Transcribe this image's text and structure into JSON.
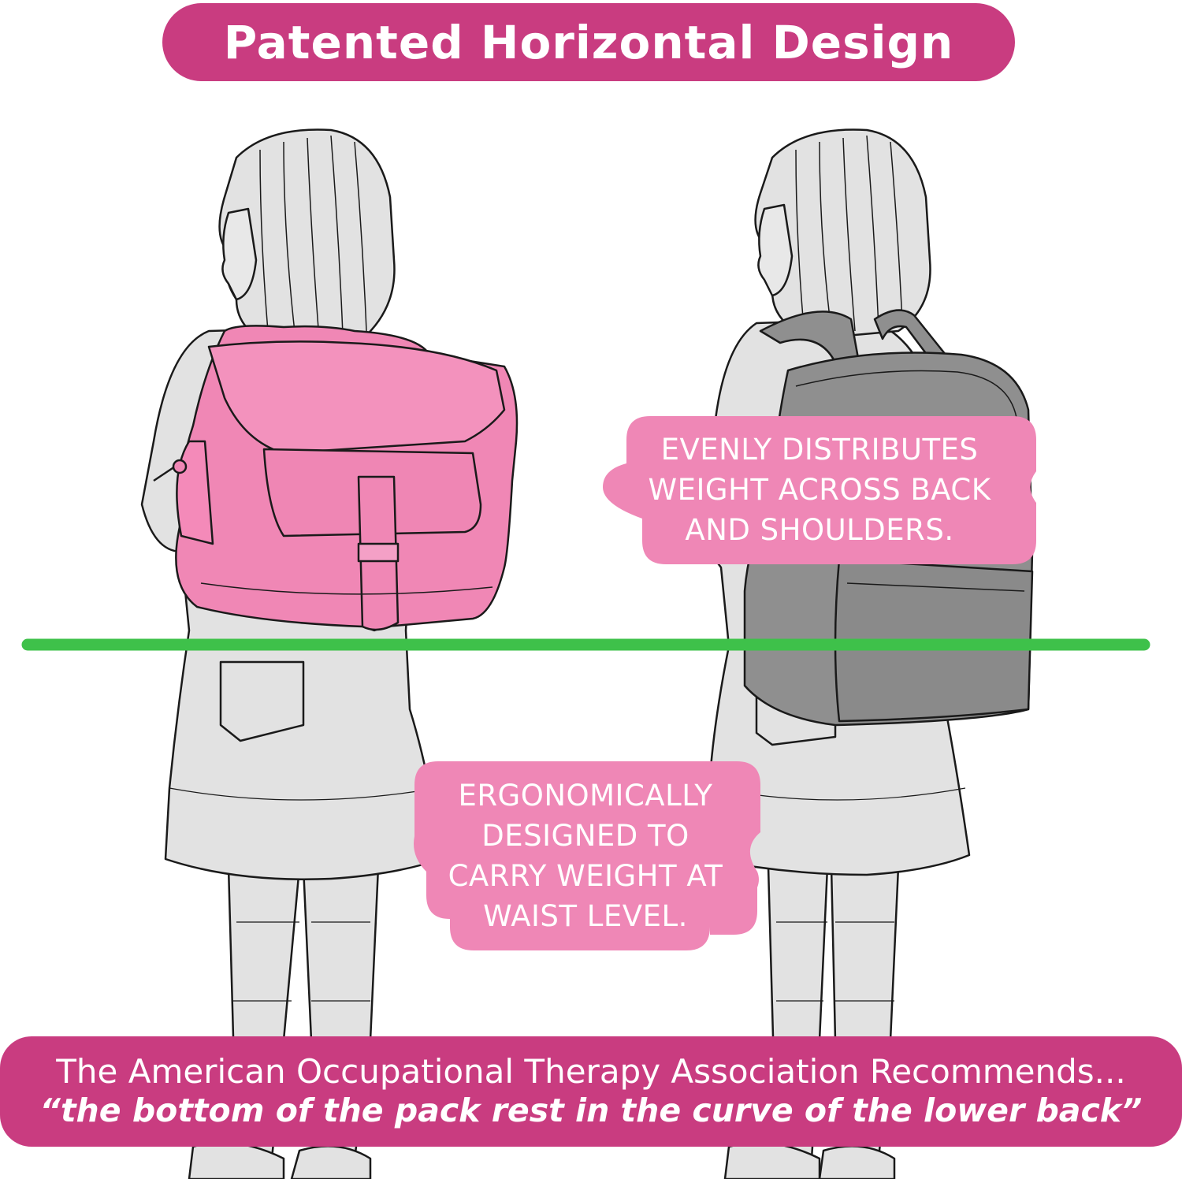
{
  "header": {
    "title": "Patented Horizontal Design"
  },
  "callouts": {
    "distribution": {
      "lines": [
        "EVENLY DISTRIBUTES",
        "WEIGHT ACROSS BACK",
        "AND SHOULDERS."
      ]
    },
    "ergonomic": {
      "lines": [
        "ERGONOMICALLY",
        "DESIGNED TO",
        "CARRY WEIGHT AT",
        "WAIST LEVEL."
      ]
    }
  },
  "footer": {
    "line1": "The American Occupational Therapy Association Recommends...",
    "line2": "“the bottom of the pack rest in the curve of the lower back”"
  },
  "colors": {
    "banner": "#c93c80",
    "callout": "#ef87b6",
    "horizontal_backpack": "#f087b5",
    "vertical_backpack": "#8f8f8f",
    "reference_line": "#3ec14a",
    "figure": "#e2e2e2"
  }
}
